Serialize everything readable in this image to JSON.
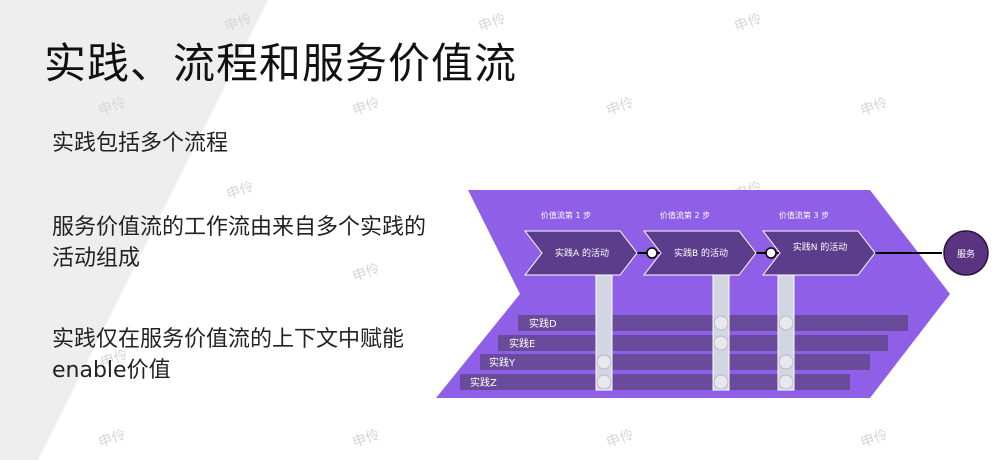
{
  "title": "实践、流程和服务价值流",
  "bullets": [
    "实践包括多个流程",
    "服务价值流的工作流由来自多个实践的活动组成",
    "实践仅在服务价值流的上下文中赋能enable价值"
  ],
  "watermark": "申伶",
  "diagram": {
    "steps": [
      {
        "label": "价值流第 1 步",
        "activity": "实践A 的活动"
      },
      {
        "label": "价值流第 2 步",
        "activity": "实践B 的活动"
      },
      {
        "label": "价值流第 3 步",
        "activity": "实践N 的活动"
      }
    ],
    "service": "服务",
    "practices": [
      "实践D",
      "实践E",
      "实践Y",
      "实践Z"
    ],
    "colors": {
      "chevron": "#8f5fe8",
      "activity_box": "#5c3d8c",
      "practice_bar": "#6a4a9a",
      "service_circle": "#5a3480",
      "column": "#d2d5e2"
    }
  }
}
